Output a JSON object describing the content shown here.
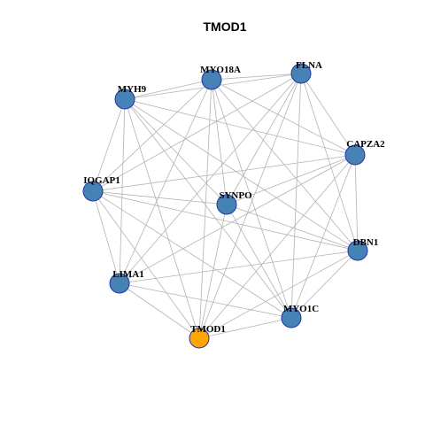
{
  "title": "TMOD1",
  "colors": {
    "node": "#4682b4",
    "focus": "#ffa500",
    "edge": "#b3b3b3",
    "node_border": "#2233aa"
  },
  "nodes": [
    {
      "id": "MYO18A",
      "label": "MYO18A",
      "focus": false
    },
    {
      "id": "FLNA",
      "label": "FLNA",
      "focus": false
    },
    {
      "id": "MYH9",
      "label": "MYH9",
      "focus": false
    },
    {
      "id": "CAPZA2",
      "label": "CAPZA2",
      "focus": false
    },
    {
      "id": "IQGAP1",
      "label": "IQGAP1",
      "focus": false
    },
    {
      "id": "SYNPO",
      "label": "SYNPO",
      "focus": false
    },
    {
      "id": "DBN1",
      "label": "DBN1",
      "focus": false
    },
    {
      "id": "LIMA1",
      "label": "LIMA1",
      "focus": false
    },
    {
      "id": "MYO1C",
      "label": "MYO1C",
      "focus": false
    },
    {
      "id": "TMOD1",
      "label": "TMOD1",
      "focus": true
    }
  ],
  "edges": [
    [
      "MYH9",
      "MYO18A"
    ],
    [
      "MYH9",
      "FLNA"
    ],
    [
      "MYH9",
      "CAPZA2"
    ],
    [
      "MYH9",
      "IQGAP1"
    ],
    [
      "MYH9",
      "SYNPO"
    ],
    [
      "MYH9",
      "DBN1"
    ],
    [
      "MYH9",
      "LIMA1"
    ],
    [
      "MYH9",
      "MYO1C"
    ],
    [
      "MYH9",
      "TMOD1"
    ],
    [
      "MYO18A",
      "FLNA"
    ],
    [
      "MYO18A",
      "CAPZA2"
    ],
    [
      "MYO18A",
      "IQGAP1"
    ],
    [
      "MYO18A",
      "SYNPO"
    ],
    [
      "MYO18A",
      "DBN1"
    ],
    [
      "MYO18A",
      "LIMA1"
    ],
    [
      "MYO18A",
      "MYO1C"
    ],
    [
      "MYO18A",
      "TMOD1"
    ],
    [
      "FLNA",
      "CAPZA2"
    ],
    [
      "FLNA",
      "IQGAP1"
    ],
    [
      "FLNA",
      "SYNPO"
    ],
    [
      "FLNA",
      "DBN1"
    ],
    [
      "FLNA",
      "LIMA1"
    ],
    [
      "FLNA",
      "MYO1C"
    ],
    [
      "FLNA",
      "TMOD1"
    ],
    [
      "CAPZA2",
      "IQGAP1"
    ],
    [
      "CAPZA2",
      "SYNPO"
    ],
    [
      "CAPZA2",
      "DBN1"
    ],
    [
      "CAPZA2",
      "LIMA1"
    ],
    [
      "CAPZA2",
      "MYO1C"
    ],
    [
      "CAPZA2",
      "TMOD1"
    ],
    [
      "IQGAP1",
      "SYNPO"
    ],
    [
      "IQGAP1",
      "DBN1"
    ],
    [
      "IQGAP1",
      "LIMA1"
    ],
    [
      "IQGAP1",
      "MYO1C"
    ],
    [
      "IQGAP1",
      "TMOD1"
    ],
    [
      "SYNPO",
      "DBN1"
    ],
    [
      "SYNPO",
      "MYO1C"
    ],
    [
      "SYNPO",
      "TMOD1"
    ],
    [
      "DBN1",
      "LIMA1"
    ],
    [
      "DBN1",
      "MYO1C"
    ],
    [
      "DBN1",
      "TMOD1"
    ],
    [
      "LIMA1",
      "MYO1C"
    ],
    [
      "LIMA1",
      "TMOD1"
    ],
    [
      "MYO1C",
      "TMOD1"
    ]
  ]
}
